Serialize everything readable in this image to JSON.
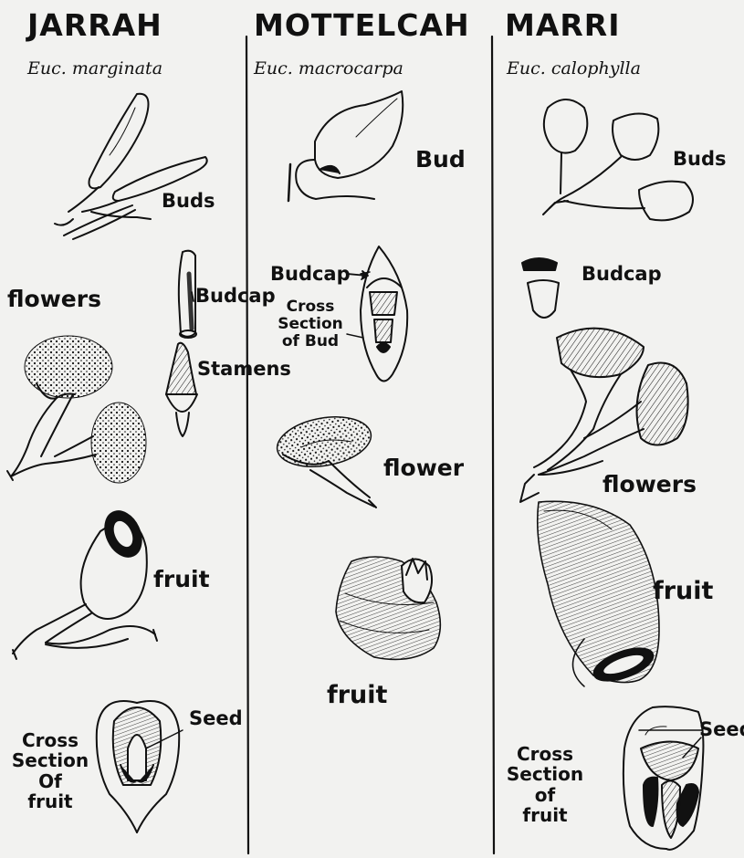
{
  "columns": [
    {
      "title": "JARRAH",
      "species": "Euc. marginata",
      "labels": {
        "buds": "Buds",
        "flowers": "flowers",
        "budcap": "Budcap",
        "stamens": "Stamens",
        "fruit": "fruit",
        "seed": "Seed",
        "cross_section": [
          "Cross",
          "Section",
          "Of",
          "fruit"
        ]
      }
    },
    {
      "title": "MOTTELCAH",
      "species": "Euc. macrocarpa",
      "labels": {
        "bud": "Bud",
        "budcap": "Budcap",
        "cross_section": [
          "Cross",
          "Section",
          "of Bud"
        ],
        "flower": "flower",
        "fruit": "fruit"
      }
    },
    {
      "title": "MARRI",
      "species": "Euc. calophylla",
      "labels": {
        "buds": "Buds",
        "budcap": "Budcap",
        "flowers": "flowers",
        "fruit": "fruit",
        "seed": "Seed",
        "cross_section": [
          "Cross",
          "Section",
          "of",
          "fruit"
        ]
      }
    }
  ],
  "colors": {
    "ink": "#111111",
    "paper": "#f2f2f0",
    "shade": "#3a3a3a"
  }
}
